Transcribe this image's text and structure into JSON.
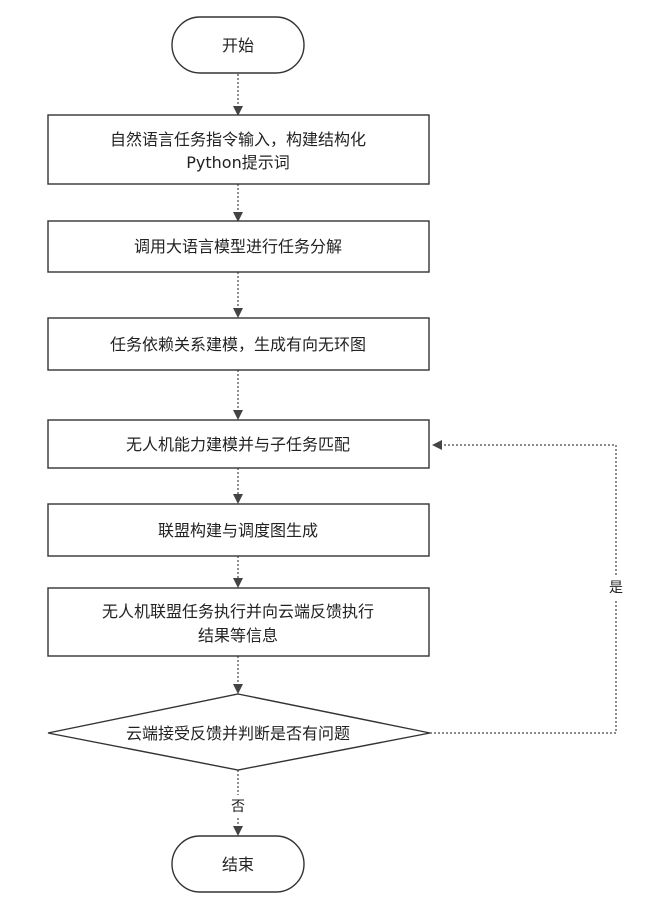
{
  "diagram": {
    "nodes": {
      "start": "开始",
      "step1_line1": "自然语言任务指令输入，构建结构化",
      "step1_line2": "Python提示词",
      "step2": "调用大语言模型进行任务分解",
      "step3": "任务依赖关系建模，生成有向无环图",
      "step4": "无人机能力建模并与子任务匹配",
      "step5": "联盟构建与调度图生成",
      "step6_line1": "无人机联盟任务执行并向云端反馈执行",
      "step6_line2": "结果等信息",
      "decision": "云端接受反馈并判断是否有问题",
      "end": "结束"
    },
    "edges": {
      "yes_label": "是",
      "no_label": "否"
    }
  }
}
